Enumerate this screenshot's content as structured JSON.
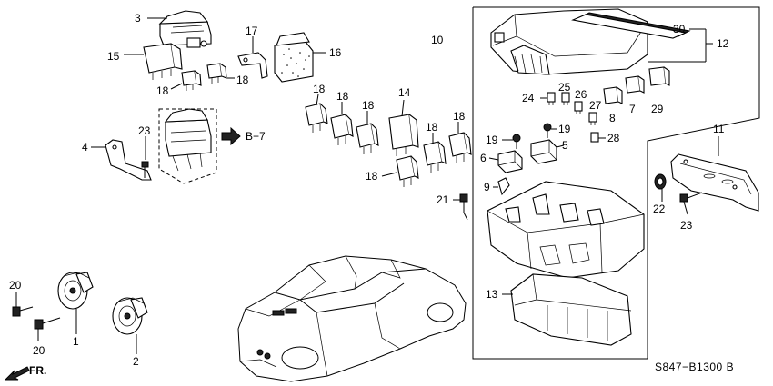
{
  "diagram_code": "S847−B1300 B",
  "reference": {
    "arrow_label": "B−7"
  },
  "direction": {
    "label": "FR."
  },
  "callouts": [
    {
      "id": "c3",
      "text": "3"
    },
    {
      "id": "c15",
      "text": "15"
    },
    {
      "id": "c18a",
      "text": "18"
    },
    {
      "id": "c18b",
      "text": "18"
    },
    {
      "id": "c17",
      "text": "17"
    },
    {
      "id": "c16",
      "text": "16"
    },
    {
      "id": "c10",
      "text": "10"
    },
    {
      "id": "c30",
      "text": "30"
    },
    {
      "id": "c12",
      "text": "12"
    },
    {
      "id": "c18c",
      "text": "18"
    },
    {
      "id": "c18d",
      "text": "18"
    },
    {
      "id": "c18e",
      "text": "18"
    },
    {
      "id": "c14",
      "text": "14"
    },
    {
      "id": "c18f",
      "text": "18"
    },
    {
      "id": "c18g",
      "text": "18"
    },
    {
      "id": "c18h",
      "text": "18"
    },
    {
      "id": "c24",
      "text": "24"
    },
    {
      "id": "c25",
      "text": "25"
    },
    {
      "id": "c26",
      "text": "26"
    },
    {
      "id": "c27",
      "text": "27"
    },
    {
      "id": "c7",
      "text": "7"
    },
    {
      "id": "c8",
      "text": "8"
    },
    {
      "id": "c29",
      "text": "29"
    },
    {
      "id": "c19a",
      "text": "19"
    },
    {
      "id": "c19b",
      "text": "19"
    },
    {
      "id": "c5",
      "text": "5"
    },
    {
      "id": "c28",
      "text": "28"
    },
    {
      "id": "c6",
      "text": "6"
    },
    {
      "id": "c9",
      "text": "9"
    },
    {
      "id": "c21",
      "text": "21"
    },
    {
      "id": "c4",
      "text": "4"
    },
    {
      "id": "c23a",
      "text": "23"
    },
    {
      "id": "c11",
      "text": "11"
    },
    {
      "id": "c22",
      "text": "22"
    },
    {
      "id": "c23b",
      "text": "23"
    },
    {
      "id": "c13",
      "text": "13"
    },
    {
      "id": "c20a",
      "text": "20"
    },
    {
      "id": "c20b",
      "text": "20"
    },
    {
      "id": "c1",
      "text": "1"
    },
    {
      "id": "c2",
      "text": "2"
    }
  ]
}
